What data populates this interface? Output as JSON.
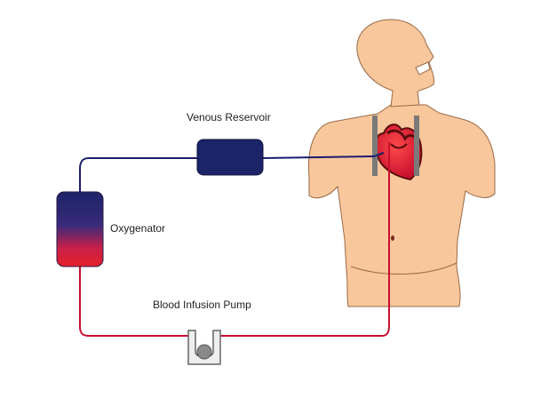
{
  "labels": {
    "venous_reservoir": "Venous Reservoir",
    "oxygenator": "Oxygenator",
    "pump": "Blood Infusion Pump"
  },
  "colors": {
    "venous_tube": "#1b1b6e",
    "arterial_tube": "#c8102e",
    "skin": "#f8c79c",
    "skin_outline": "#9a6a47",
    "heart": "#d42030",
    "heart_dark": "#5a0c0c",
    "device_blue": "#1c2468",
    "device_red": "#e8202a",
    "clamp": "#7a7a7a",
    "pump_rotor": "#8a8a8a"
  }
}
